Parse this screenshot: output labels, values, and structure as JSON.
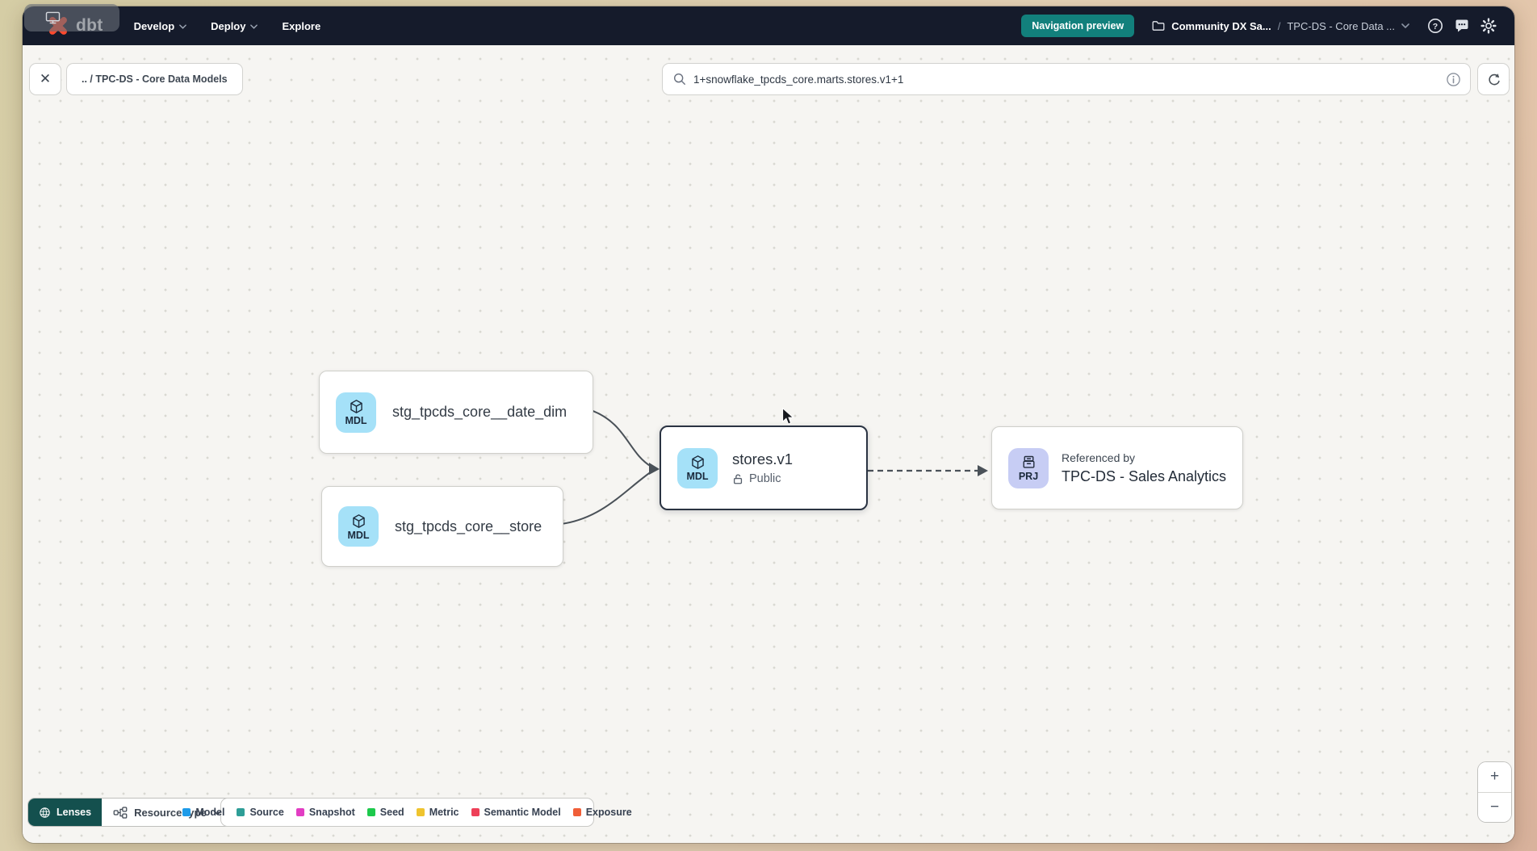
{
  "navbar": {
    "logo_text": "dbt",
    "menus": [
      {
        "label": "Develop"
      },
      {
        "label": "Deploy"
      },
      {
        "label": "Explore"
      }
    ],
    "preview_badge": "Navigation preview",
    "breadcrumb": {
      "project": "Community DX Sa...",
      "separator": "/",
      "current": "TPC-DS - Core Data ..."
    },
    "help_glyph": "?"
  },
  "toolbar": {
    "close_glyph": "✕",
    "breadcrumb_chip": ".. / TPC-DS - Core Data Models",
    "search_value": "1+snowflake_tpcds_core.marts.stores.v1+1"
  },
  "graph": {
    "nodes": [
      {
        "badge": "MDL",
        "label": "stg_tpcds_core__date_dim"
      },
      {
        "badge": "MDL",
        "label": "stg_tpcds_core__store"
      },
      {
        "badge": "MDL",
        "label": "stores.v1",
        "access": "Public"
      },
      {
        "badge": "PRJ",
        "caption": "Referenced by",
        "label": "TPC-DS - Sales Analytics"
      }
    ]
  },
  "footer": {
    "lenses_label": "Lenses",
    "resource_type_label": "Resource type",
    "legend": [
      {
        "label": "Model",
        "color": "#1e9be9"
      },
      {
        "label": "Source",
        "color": "#2e9e97"
      },
      {
        "label": "Snapshot",
        "color": "#e23dc3"
      },
      {
        "label": "Seed",
        "color": "#1dc94c"
      },
      {
        "label": "Metric",
        "color": "#efc42e"
      },
      {
        "label": "Semantic Model",
        "color": "#ee4058"
      },
      {
        "label": "Exposure",
        "color": "#f05e38"
      }
    ]
  },
  "zoom_controls": {
    "zoom_in": "+",
    "zoom_out": "−"
  },
  "colors": {
    "navbar_bg": "#151b2b",
    "accent_teal": "#12807c",
    "logo_orange": "#ff4a2f",
    "model_badge_bg": "#a5e1f8",
    "project_badge_bg": "#c7cdf4",
    "selected_border": "#2a3342"
  }
}
